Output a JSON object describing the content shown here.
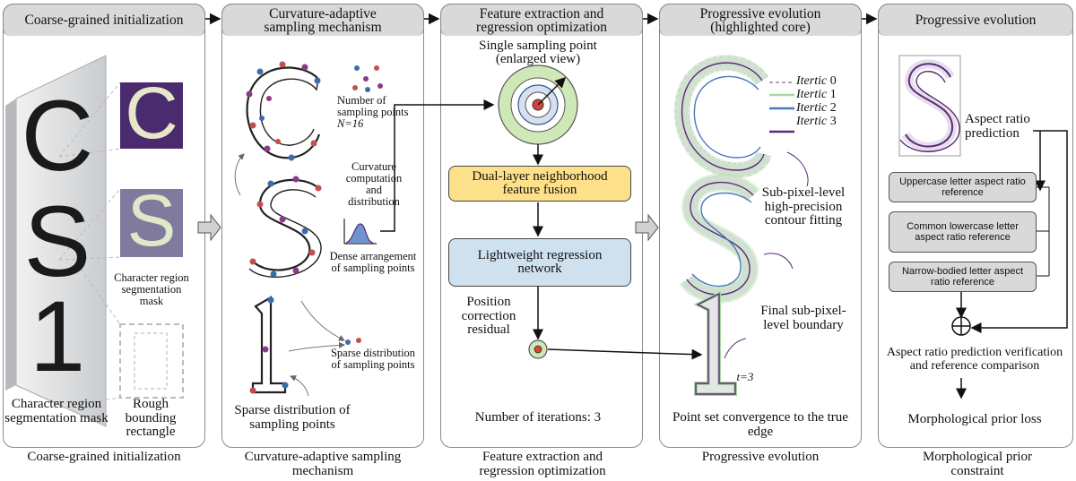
{
  "panels": [
    {
      "header": "Coarse-grained initialization",
      "caption": "Coarse-grained initialization"
    },
    {
      "header": "Curvature-adaptive sampling mechanism",
      "caption": "Curvature-adaptive sampling mechanism"
    },
    {
      "header": "Feature extraction and regression optimization",
      "caption": "Feature extraction and regression optimization"
    },
    {
      "header": "Progressive evolution (highlighted core)",
      "caption": "Progressive evolution"
    },
    {
      "header": "Progressive evolution",
      "caption": "Morphological prior constraint"
    }
  ],
  "p1": {
    "letters": [
      "C",
      "S",
      "1"
    ],
    "mask_label": "Character region segmentation mask",
    "region_label": "Character region segmentation mask",
    "bbox_label": "Rough bounding rectangle"
  },
  "p2": {
    "num_points_label": "Number of sampling points",
    "num_points_value": "N=16",
    "curvature_label": "Curvature computation and distribution",
    "dense_label": "Dense arrangement of sampling points",
    "sparse_small_label": "Sparse distribution of sampling points",
    "sparse_label": "Sparse distribution of sampling points"
  },
  "p3": {
    "single_point_label": "Single sampling point (enlarged view)",
    "dual_layer": "Dual-layer neighborhood feature fusion",
    "regression": "Lightweight regression network",
    "residual": "Position correction residual",
    "iterations": "Number of iterations: 3"
  },
  "p4": {
    "legend": [
      {
        "word": "Itertic",
        "num": "0",
        "color": "#b9a0b8",
        "dash": true
      },
      {
        "word": "Itertic",
        "num": "1",
        "color": "#a8d8a0",
        "dash": false
      },
      {
        "word": "Itertic",
        "num": "2",
        "color": "#4a78c0",
        "dash": false
      },
      {
        "word": "Itertic",
        "num": "3",
        "color": "#5a2a78",
        "dash": false
      }
    ],
    "subpixel_label": "Sub-pixel-level high-precision contour fitting",
    "final_label": "Final sub-pixel-level boundary",
    "t_label": "t=3",
    "converge_label": "Point set convergence to the true edge"
  },
  "p5": {
    "aspect_label": "Aspect ratio prediction",
    "refs": [
      "Uppercase letter aspect ratio reference",
      "Common lowercase letter aspect ratio reference",
      "Narrow-bodied letter aspect ratio reference"
    ],
    "verify_label": "Aspect ratio prediction verification and reference comparison",
    "loss_label": "Morphological prior loss"
  },
  "colors": {
    "purple": "#5a2a78",
    "mask_bg": "#4a2b6e",
    "yellow": "#fde08a",
    "blue": "#cfe0ef",
    "green": "#cfe8b8",
    "red": "#d9413a"
  }
}
